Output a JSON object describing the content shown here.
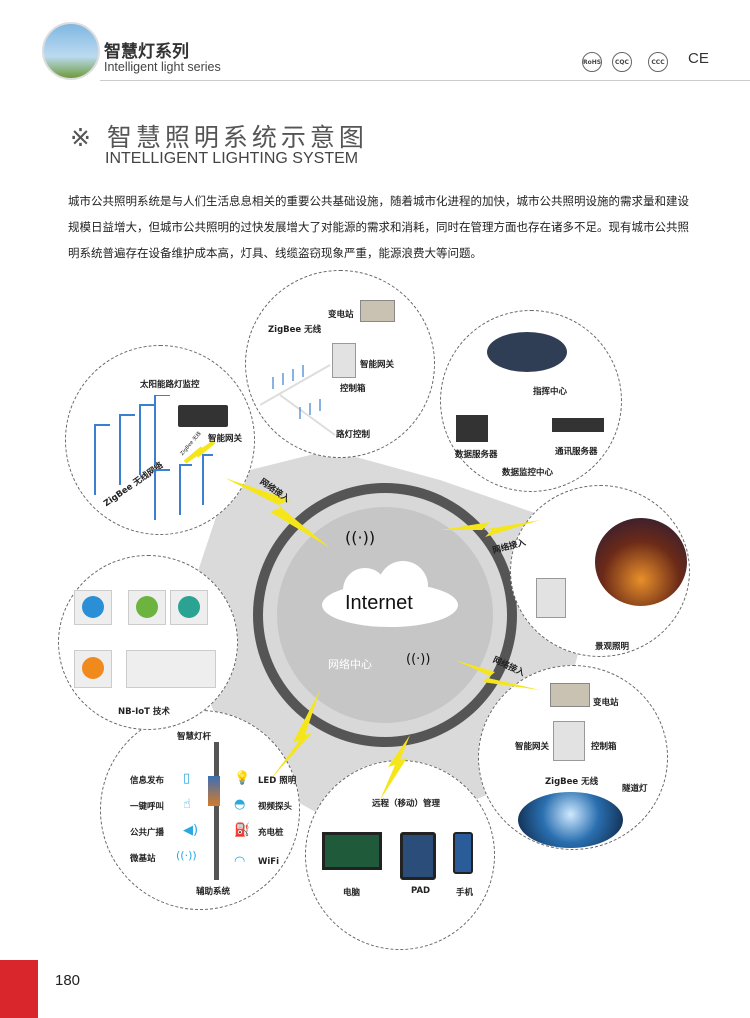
{
  "header": {
    "series_cn": "智慧灯系列",
    "series_en": "Intelligent light series",
    "certs": [
      "RoHS",
      "CQC",
      "CCC",
      "CE"
    ]
  },
  "title": {
    "mark": "※",
    "cn": "智慧照明系统示意图",
    "en": "INTELLIGENT LIGHTING SYSTEM"
  },
  "intro": "城市公共照明系统是与人们生活息息相关的重要公共基础设施，随着城市化进程的加快，城市公共照明设施的需求量和建设规模日益增大，但城市公共照明的过快发展增大了对能源的需求和消耗，同时在管理方面也存在诸多不足。现有城市公共照明系统普遍存在设备维护成本高，灯具、线缆盗窃现象严重，能源浪费大等问题。",
  "center": {
    "internet": "Internet",
    "network_center": "网络中心"
  },
  "access_label": "网络接入",
  "solar": {
    "title": "太阳能路灯监控",
    "gateway": "智能网关",
    "zigbee_net": "ZigBee 无线网络",
    "zigbee_small": "ZigBee 无线"
  },
  "zigbee": {
    "substation": "变电站",
    "wireless": "ZigBee 无线",
    "gateway": "智能网关",
    "control_box": "控制箱",
    "street_control": "路灯控制"
  },
  "datacenter": {
    "command": "指挥中心",
    "data_server": "数据服务器",
    "comm_server": "通讯服务器",
    "monitor": "数据监控中心"
  },
  "landscape": {
    "label": "景观照明"
  },
  "tunnel": {
    "substation": "变电站",
    "gateway": "智能网关",
    "control_box": "控制箱",
    "wireless": "ZigBee 无线",
    "tunnel_light": "隧道灯"
  },
  "remote": {
    "title": "远程（移动）管理",
    "pc": "电脑",
    "pad": "PAD",
    "phone": "手机"
  },
  "pole": {
    "title": "智慧灯杆",
    "left": [
      "信息发布",
      "一键呼叫",
      "公共广播",
      "微基站"
    ],
    "right": [
      "LED 照明",
      "视频探头",
      "充电桩",
      "WiFi"
    ],
    "aux": "辅助系统"
  },
  "nbiot": {
    "title": "NB-IoT 技术"
  },
  "page_number": "180"
}
